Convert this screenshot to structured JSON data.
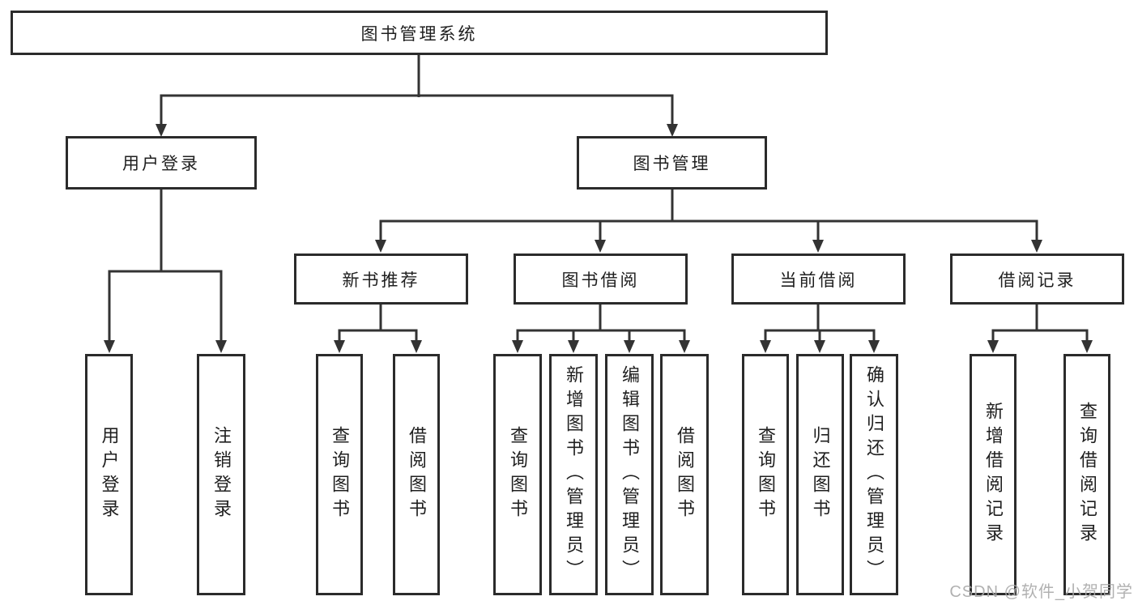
{
  "diagram": {
    "colors": {
      "line": "#333333",
      "box_border": "#2b2b2b",
      "text": "#1f1f1f",
      "watermark_text": "#a9a9a9",
      "background": "#ffffff"
    },
    "watermark": "CSDN @软件_小贺同学",
    "tree": {
      "root": "图书管理系统",
      "branches": [
        {
          "label": "用户登录",
          "children": [
            "用户登录",
            "注销登录"
          ]
        },
        {
          "label": "图书管理",
          "groups": [
            {
              "label": "新书推荐",
              "children": [
                "查询图书",
                "借阅图书"
              ]
            },
            {
              "label": "图书借阅",
              "children": [
                "查询图书",
                "新增图书（管理员）",
                "编辑图书（管理员）",
                "借阅图书"
              ]
            },
            {
              "label": "当前借阅",
              "children": [
                "查询图书",
                "归还图书",
                "确认归还（管理员）"
              ]
            },
            {
              "label": "借阅记录",
              "children": [
                "新增借阅记录",
                "查询借阅记录"
              ]
            }
          ]
        }
      ]
    }
  }
}
